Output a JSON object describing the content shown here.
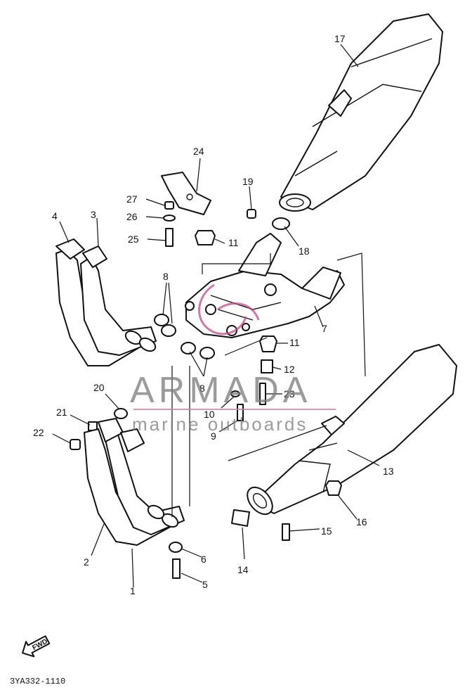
{
  "diagram_code": "3YA332-1110",
  "watermark": {
    "brand": "ARMADA",
    "tagline": "marine outboards"
  },
  "fwd_label": "FWD",
  "callouts": {
    "p1": "1",
    "p2": "2",
    "p3": "3",
    "p4": "4",
    "p5": "5",
    "p6": "6",
    "p7": "7",
    "p8a": "8",
    "p8b": "8",
    "p9": "9",
    "p10": "10",
    "p11a": "11",
    "p11b": "11",
    "p12": "12",
    "p13": "13",
    "p14": "14",
    "p15": "15",
    "p16": "16",
    "p17": "17",
    "p18": "18",
    "p19": "19",
    "p20": "20",
    "p21": "21",
    "p22": "22",
    "p23": "23",
    "p24": "24",
    "p25": "25",
    "p26": "26",
    "p27": "27"
  },
  "colors": {
    "line": "#111111",
    "watermark_text": "#7a7a7a",
    "watermark_accent": "#c04a86"
  }
}
